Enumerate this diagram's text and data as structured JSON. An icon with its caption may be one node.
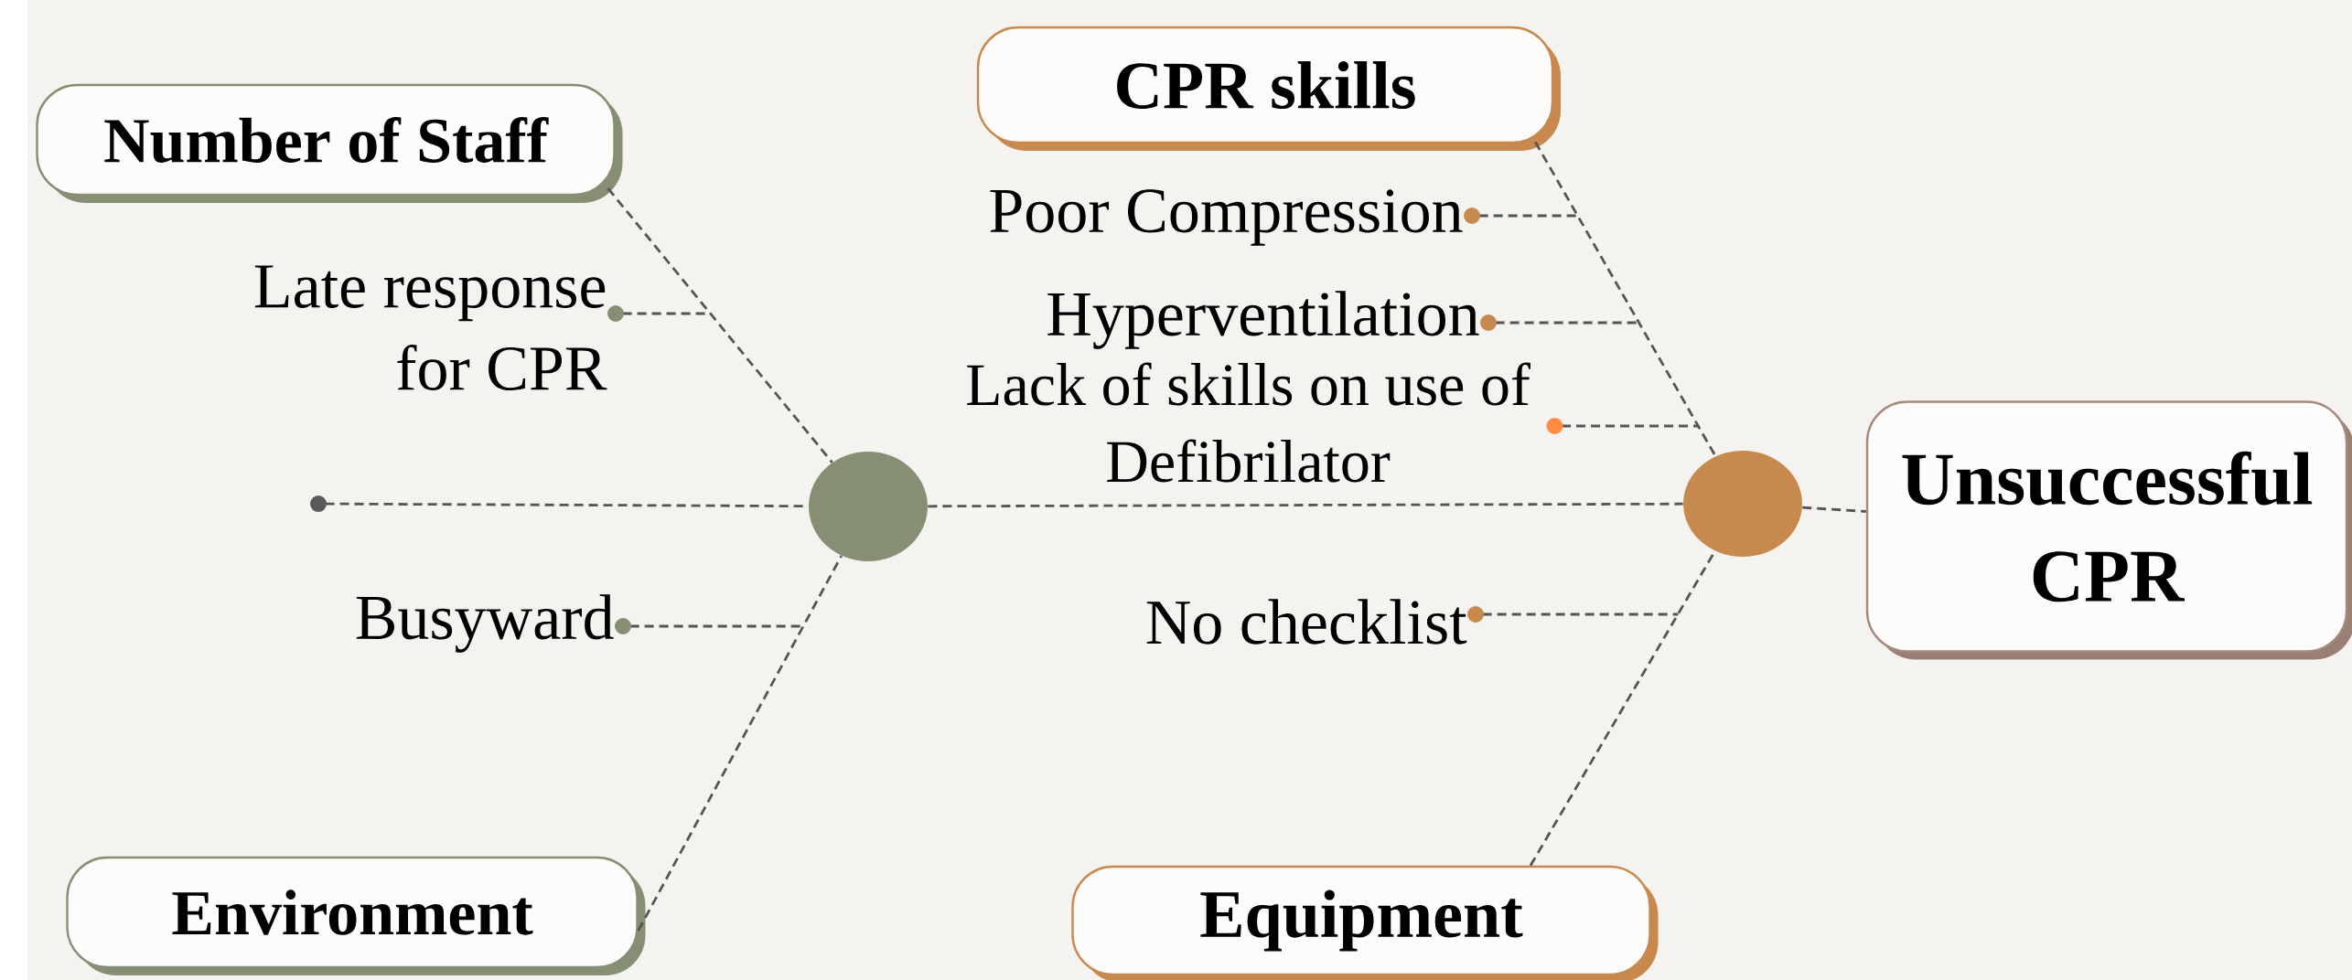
{
  "diagram": {
    "nodes": [
      {
        "text": [
          "Number of Staff"
        ]
      },
      {
        "text": [
          "Late response for CPR"
        ]
      },
      {
        "text": [
          "Busyward"
        ]
      },
      {
        "text": [
          "Environment"
        ]
      },
      {
        "text": [],
        "shape": "circle"
      },
      {
        "text": [
          "CPR skills"
        ]
      },
      {
        "text": [
          "Poor Compression"
        ]
      },
      {
        "text": [
          "Hyperventilation"
        ]
      },
      {
        "text": [
          "Lack of skills on use of Defibrilator"
        ]
      },
      {
        "text": [
          "No checklist"
        ]
      },
      {
        "text": [
          "Equipment"
        ]
      },
      {
        "text": [],
        "shape": "circle"
      },
      {
        "text": [
          "Unsuccessful CPR"
        ]
      }
    ],
    "edges": [
      {
        "from": 0,
        "to": 4,
        "arrow": "none"
      },
      {
        "from": 3,
        "to": 4,
        "arrow": "none"
      },
      {
        "from": null,
        "to": 4,
        "arrow": "other"
      },
      {
        "from": 4,
        "to": 11,
        "arrow": "none"
      },
      {
        "from": 5,
        "to": 11,
        "arrow": "none"
      },
      {
        "from": 10,
        "to": 11,
        "arrow": "none"
      },
      {
        "from": 11,
        "to": 12,
        "arrow": "none"
      },
      {
        "from": 1,
        "to": null,
        "arrow": "other"
      },
      {
        "from": 2,
        "to": null,
        "arrow": "other"
      },
      {
        "from": 6,
        "to": null,
        "arrow": "other"
      },
      {
        "from": 7,
        "to": null,
        "arrow": "other"
      },
      {
        "from": 8,
        "to": null,
        "arrow": "other"
      },
      {
        "from": 9,
        "to": null,
        "arrow": "other"
      }
    ]
  }
}
